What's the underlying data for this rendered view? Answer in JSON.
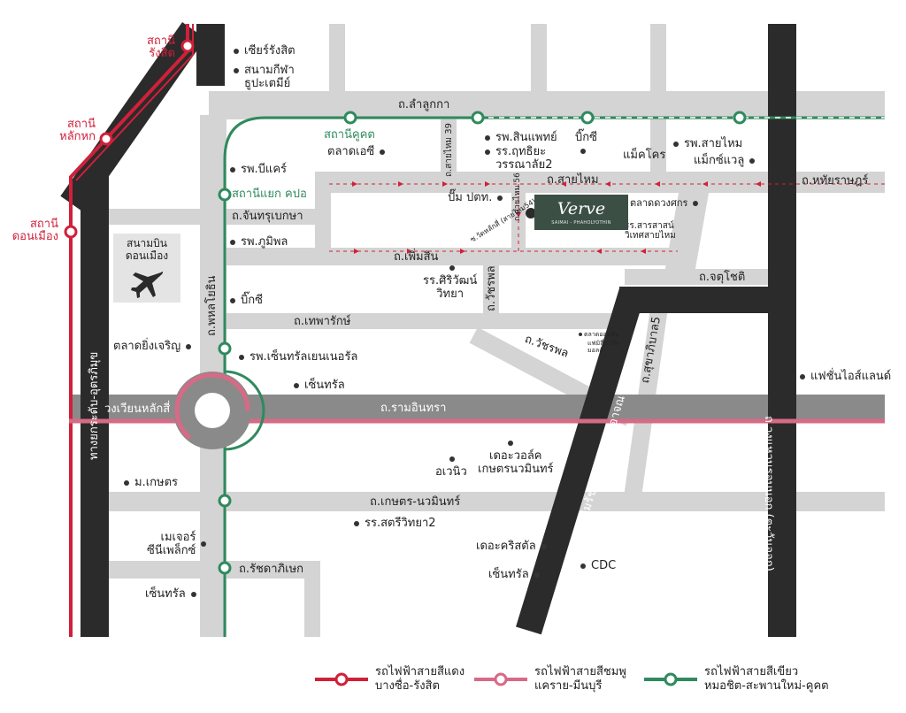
{
  "colors": {
    "red_line": "#d0203a",
    "pink_line": "#d76a86",
    "green_line": "#2f8a5e",
    "road": "#d4d4d4",
    "highway": "#2b2b2b",
    "project": "#3c4f44"
  },
  "stations": {
    "rangsit": "สถานี\nรังสิต",
    "lakhok": "สถานี\nหลักหก",
    "donmueang": "สถานี\nดอนเมือง",
    "khukhot": "สถานีคูคต",
    "yaek_kor_por": "สถานีแยก คปอ"
  },
  "roads": {
    "lamlukka": "ถ.ลำลูกกา",
    "saimai": "ถ.สายไหม",
    "hathairat": "ถ.หทัยราษฎร์",
    "chanthrubeksa": "ถ.จันทรุเบกษา",
    "phermsin": "ถ.เพิ่มสิน",
    "chatuchot": "ถ.จตุโชติ",
    "watcharaphon": "ถ.วัชรพล",
    "watcharaphon2": "ถ.วัชรพล",
    "thepharak": "ถ.เทพารักษ์",
    "raminthra": "ถ.รามอินทรา",
    "kaset_nawamin": "ถ.เกษตร-นวมินทร์",
    "ratchadaphisek": "ถ.รัชดาภิเษก",
    "phahonyothin": "ถ.พหลโยธิน",
    "saimai39": "ถ.สายไหม 39",
    "saimai56": "ถ.สายไหม 56",
    "saimai54": "ซ.วัดหลักสี่ (สายไหม54)",
    "sukhaphiban5": "ถ.สุขาภิบาล5",
    "uttaraphimuk": "ทางยกระดับ-อุตรภิมุข",
    "kanchanaphisek": "ถ.วงแหวนรอบนอก (ตะวันออก)",
    "chalermrat": "ทางด่วนเฉลิมรัช (รามอินทรา-อาจณรงค์)",
    "laksi_circle": "วงเวียนหลักสี่"
  },
  "pois": {
    "central_rangsit": "เซียร์รังสิต",
    "thupatemi": "สนามกีฬา\nธูปะเตมีย์",
    "sinphaet": "รพ.สินแพทย์",
    "ruedeeyavan": "รร.ฤทธิยะ\nวรรณาลัย2",
    "big_c1": "บิ๊กซี",
    "makro": "แม็คโคร",
    "saimai_hosp": "รพ.สายไหม",
    "maxvalu": "แม็กซ์แวลู",
    "b_care": "รพ.บีแคร์",
    "market_ec": "ตลาดเอซี",
    "ptt": "ปั๊ม ปตท.",
    "talad_duangsorn": "ตลาดดวงศกร",
    "rr_sarasas": "รร.สารสาสน์\nวิเทศสายไหม",
    "bhumibol": "รพ.ภูมิพล",
    "siriwat": "รร.ศิริวัฒน์\nวิทยา",
    "big_c2": "บิ๊กซี",
    "talad_yingcharoen": "ตลาดยิ่งเจริญ",
    "central_gen": "รพ.เซ็นทรัลเยนเนอรัล",
    "central1": "เซ็นทรัล",
    "fashion_island": "แฟชั่นไอส์แลนด์",
    "ku": "ม.เกษตร",
    "avenue": "อเวนิว",
    "the_walk": "เดอะวอล์ค\nเกษตรนวมินทร์",
    "satri_wittaya2": "รร.สตรีวิทยา2",
    "major": "เมเจอร์\nซีนีเพล็กซ์",
    "the_crystal": "เดอะคริสตัล",
    "cdc": "CDC",
    "central2": "เซ็นทรัล",
    "central3": "เซ็นทรัล",
    "small_market": "ตลาดออมสิน",
    "small_mall": "แฟมิลี่มาร์ท\nมอลล์"
  },
  "airport": "สนามบิน\nดอนเมือง",
  "project": {
    "logo": "Verve",
    "subtitle": "SAIMAI - PHAHOLYOTHIN"
  },
  "legend": {
    "red": "รถไฟฟ้าสายสีแดง\nบางซื่อ-รังสิต",
    "pink": "รถไฟฟ้าสายสีชมพู\nแคราย-มีนบุรี",
    "green": "รถไฟฟ้าสายสีเขียว\nหมอชิต-สะพานใหม่-คูคต"
  }
}
